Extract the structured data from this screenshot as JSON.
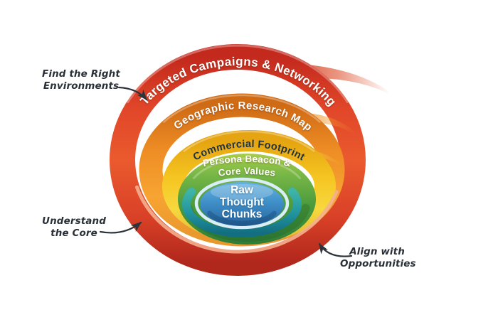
{
  "rings": [
    {
      "label": "Targeted Campaigns & Networking",
      "color": "#d84a2b",
      "text_color": "#ffffff"
    },
    {
      "label": "Geographic Research Map",
      "color": "#ee8d25",
      "text_color": "#ffffff"
    },
    {
      "label": "Commercial Footprint",
      "color": "#f5c521",
      "text_color": "#1e3348"
    },
    {
      "label_top": "Persona Beacon &",
      "label_bottom": "Core Values",
      "color": "#4d9c3d",
      "text_color": "#ffffff"
    }
  ],
  "center": {
    "lines": [
      "Raw",
      "Thought",
      "Chunks"
    ],
    "color": "#4090ca",
    "text_color": "#ffffff"
  },
  "annotations": [
    {
      "line1": "Find the Right",
      "line2": "Environments"
    },
    {
      "line1": "Understand",
      "line2": "the Core"
    },
    {
      "line1": "Align with",
      "line2": "Opportunities"
    }
  ]
}
